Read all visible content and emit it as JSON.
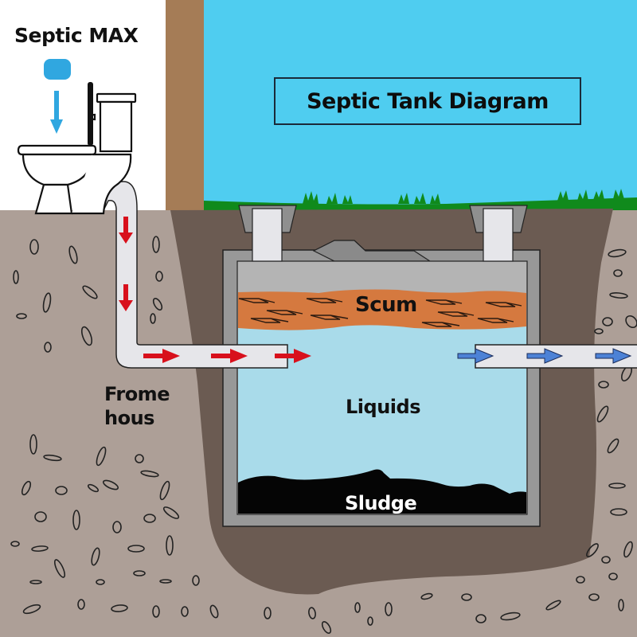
{
  "diagram": {
    "title": "Septic Tank Diagram",
    "brand_label": "Septic MAX",
    "product_icon": "septic-max-pod-icon",
    "layers": {
      "scum": "Scum",
      "liquids": "Liquids",
      "sludge": "Sludge"
    },
    "inlet_label_line1": "Frome",
    "inlet_label_line2": "hous",
    "flow": {
      "inflow_direction": "into-tank",
      "outflow_direction": "out-to-drainfield"
    }
  },
  "colors": {
    "sky": "#4fcdf0",
    "house_wall": "#a57c56",
    "grass": "#108a1c",
    "soil": "#ad9f97",
    "excavation": "#6b5b52",
    "tank_concrete": "#989898",
    "tank_inner_top": "#b4b4b4",
    "scum": "#d5793f",
    "liquid": "#a9dbea",
    "sludge": "#050505",
    "pipe": "#e6e6ea",
    "inflow_arrow": "#d8101c",
    "outflow_arrow": "#4d82d6",
    "pod": "#30a7e0"
  }
}
